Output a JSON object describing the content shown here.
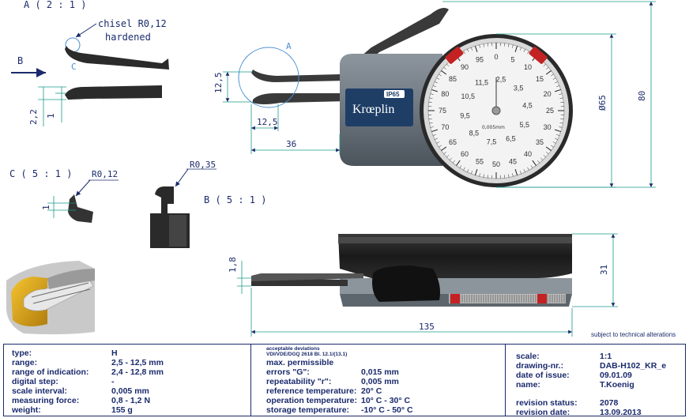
{
  "views": {
    "detail_a_title": "A ( 2 : 1 )",
    "chisel_label": "chisel R0,12",
    "hardened_label": "hardened",
    "marker_c": "C",
    "marker_b": "B",
    "marker_a": "A",
    "dim_2_2": "2,2",
    "dim_1_a": "1",
    "detail_c_title": "C ( 5 : 1 )",
    "radius_c": "R0,12",
    "dim_1_c": "1",
    "radius_b": "R0,35",
    "detail_b_title": "B ( 5 : 1 )",
    "dim_12_5_v": "12,5",
    "dim_12_5_h": "12,5",
    "dim_36": "36",
    "dim_phi65": "Ø65",
    "dim_80": "80",
    "dim_1_8": "1,8",
    "dim_31": "31",
    "dim_135": "135"
  },
  "gauge": {
    "brand": "Krœplin",
    "ip_rating": "IP65",
    "outer_scale": [
      "0",
      "5",
      "10",
      "15",
      "20",
      "25",
      "30",
      "35",
      "40",
      "45",
      "50",
      "55",
      "60",
      "65",
      "70",
      "75",
      "80",
      "85",
      "90",
      "95"
    ],
    "inner_scale": [
      "2,5",
      "3,5",
      "4,5",
      "5,5",
      "6,5",
      "7,5",
      "8,5",
      "9,5",
      "10,5",
      "11,5"
    ],
    "unit": "0,005mm"
  },
  "note": "subject to technical alterations",
  "specs": {
    "rows": [
      {
        "label": "type:",
        "value": "H"
      },
      {
        "label": "range:",
        "value": "2,5 - 12,5 mm"
      },
      {
        "label": "range of indication:",
        "value": "2,4 - 12,8 mm"
      },
      {
        "label": "digital step:",
        "value": "-"
      },
      {
        "label": "scale interval:",
        "value": "0,005 mm"
      },
      {
        "label": "measuring force:",
        "value": "0,8 - 1,2 N"
      },
      {
        "label": "weight:",
        "value": "155 g"
      }
    ]
  },
  "deviations": {
    "header1": "acceptable deviations",
    "header2": "VDI/VDE/DGQ 2618 Bl. 12.1/(13.1)",
    "max": "max. permissible",
    "rows": [
      {
        "label": "errors \"G\":",
        "value": "0,015 mm"
      },
      {
        "label": "repeatability \"r\":",
        "value": "0,005 mm"
      },
      {
        "label": "reference temperature:",
        "value": "20° C"
      },
      {
        "label": "operation temperature:",
        "value": "10° C - 30° C"
      },
      {
        "label": "storage temperature:",
        "value": "-10° C - 50° C"
      }
    ]
  },
  "drawing_info": {
    "rows": [
      {
        "label": "scale:",
        "value": "1:1"
      },
      {
        "label": "drawing-nr.:",
        "value": "DAB-H102_KR_e"
      },
      {
        "label": "date of issue:",
        "value": "09.01.09"
      },
      {
        "label": "name:",
        "value": "T.Koenig"
      }
    ],
    "revision_rows": [
      {
        "label": "revision status:",
        "value": "2078"
      },
      {
        "label": "revision date:",
        "value": "13.09.2013"
      }
    ]
  }
}
